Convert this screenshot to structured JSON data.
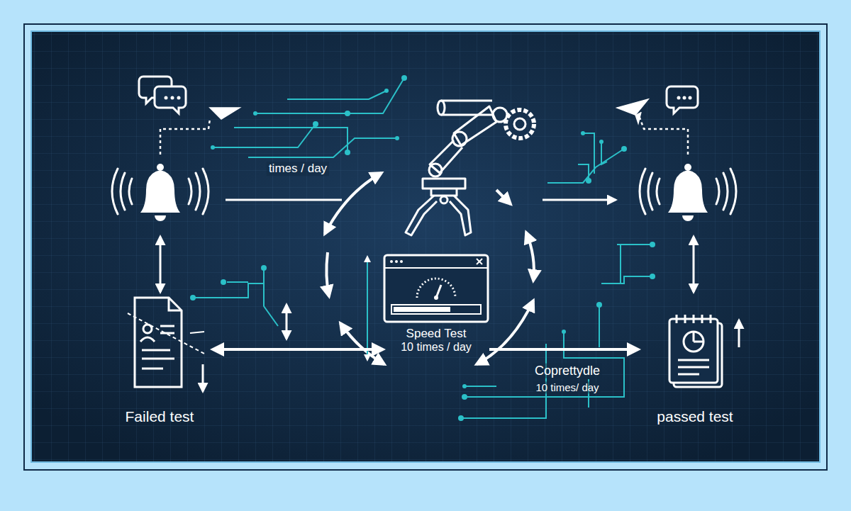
{
  "diagram": {
    "nodes": [
      {
        "text": [
          "Failed test"
        ]
      },
      {
        "text": [
          "Speed Test",
          "10 times / day"
        ]
      },
      {
        "text": [
          "passed test"
        ]
      }
    ],
    "edges": [
      {
        "from": 0,
        "to": 1,
        "arrow": "both"
      },
      {
        "from": 1,
        "to": 2,
        "arrow": "to"
      }
    ],
    "labels": [
      "times / day",
      "Coprettydle",
      "10 times/ day"
    ]
  }
}
